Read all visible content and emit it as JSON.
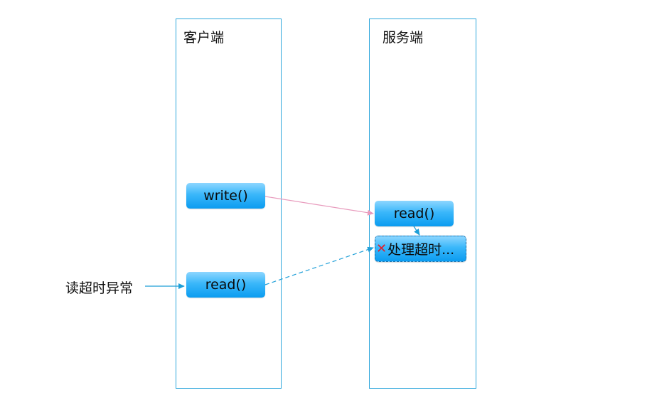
{
  "lanes": {
    "client": {
      "title": "客户端"
    },
    "server": {
      "title": "服务端"
    }
  },
  "nodes": {
    "client_write": "write()",
    "client_read": "read()",
    "server_read": "read()",
    "server_process": "处理超时..."
  },
  "labels": {
    "read_timeout": "读超时异常"
  },
  "colors": {
    "lane_border": "#2fa7dc",
    "write_arrow": "#e89bbd",
    "read_arrow": "#1e9fd8",
    "error_mark": "#e0202e"
  }
}
